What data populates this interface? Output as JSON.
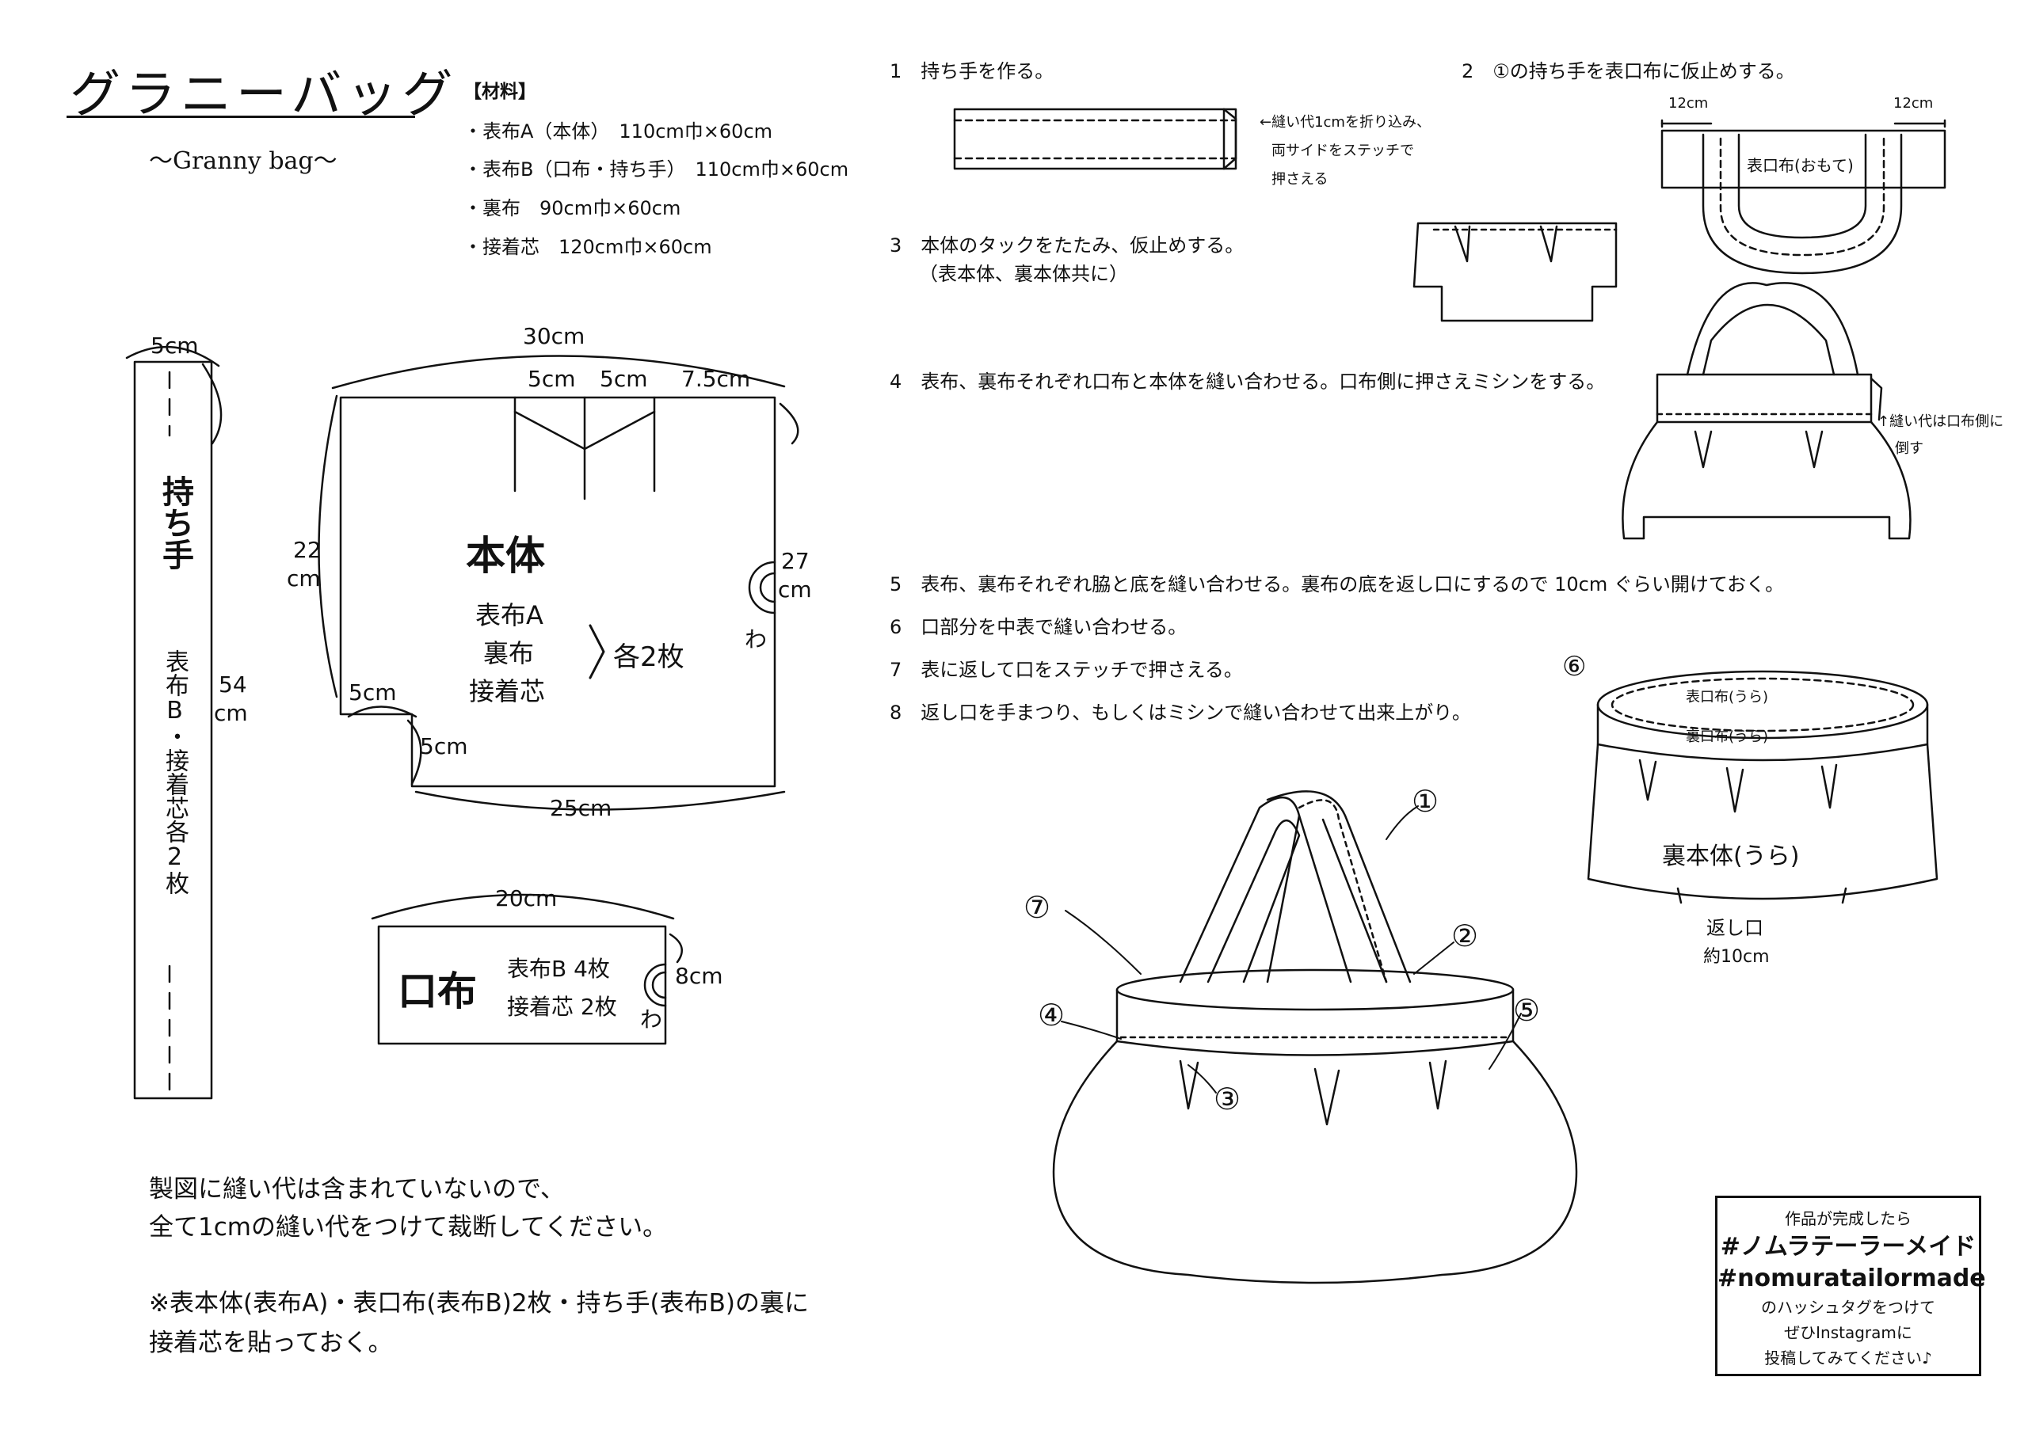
{
  "header": {
    "title": "グラニーバッグ",
    "subtitle": "～Granny bag～"
  },
  "materials": {
    "heading": "【材料】",
    "items": [
      "・表布A（本体）　110cm巾×60cm",
      "・表布B（口布・持ち手）　110cm巾×60cm",
      "・裏布　90cm巾×60cm",
      "・接着芯　120cm巾×60cm"
    ]
  },
  "handle_pattern": {
    "width": "5cm",
    "name": "持ち手",
    "fabric": "表布B・接着芯各2枚",
    "length_num": "54",
    "length_unit": "cm"
  },
  "body_pattern": {
    "top": "30cm",
    "seg1": "5cm",
    "seg2": "5cm",
    "seg3": "7.5cm",
    "left_num": "22",
    "left_unit": "cm",
    "right_num": "27",
    "right_unit": "cm",
    "fold": "わ",
    "name": "本体",
    "fabric1": "表布A",
    "fabric2": "裏布",
    "fabric3": "接着芯",
    "count": "各2枚",
    "notch_w": "5cm",
    "notch_h": "5cm",
    "bottom": "25cm"
  },
  "opening_pattern": {
    "top": "20cm",
    "name": "口布",
    "fabric1": "表布B 4枚",
    "fabric2": "接着芯 2枚",
    "height": "8cm",
    "fold": "わ"
  },
  "notes": {
    "line1": "製図に縫い代は含まれていないので、",
    "line2": "全て1cmの縫い代をつけて裁断してください。",
    "line3": "※表本体(表布A)・表口布(表布B)2枚・持ち手(表布B)の裏に",
    "line4": "接着芯を貼っておく。"
  },
  "steps": {
    "s1": "1　持ち手を作る。",
    "s1_note1": "←縫い代1cmを折り込み、",
    "s1_note2": "両サイドをステッチで",
    "s1_note3": "押さえる",
    "s2": "2　①の持ち手を表口布に仮止めする。",
    "s2_left": "12cm",
    "s2_right": "12cm",
    "s2_label": "表口布(おもて)",
    "s3": "3　本体のタックをたたみ、仮止めする。",
    "s3_sub": "（表本体、裏本体共に）",
    "s4": "4　表布、裏布それぞれ口布と本体を縫い合わせる。口布側に押さえミシンをする。",
    "s4_note1": "↑縫い代は口布側に",
    "s4_note2": "倒す",
    "s5": "5　表布、裏布それぞれ脇と底を縫い合わせる。裏布の底を返し口にするので 10cm ぐらい開けておく。",
    "s6": "6　口部分を中表で縫い合わせる。",
    "s7": "7　表に返して口をステッチで押さえる。",
    "s8": "8　返し口を手まつり、もしくはミシンで縫い合わせて出来上がり。"
  },
  "figure6": {
    "marker": "⑥",
    "lbl_outer": "表口布(うら)",
    "lbl_inner": "裏口布(うら)",
    "lbl_body": "裏本体(うら)",
    "lbl_return": "返し口",
    "lbl_length": "約10cm"
  },
  "final_bag": {
    "m1": "①",
    "m2": "②",
    "m3": "③",
    "m4": "④",
    "m5": "⑤",
    "m7": "⑦"
  },
  "hashtag": {
    "line1": "作品が完成したら",
    "tag1": "#ノムラテーラーメイド",
    "tag2": "#nomuratailormade",
    "line2": "のハッシュタグをつけて",
    "line3": "ぜひInstagramに",
    "line4": "投稿してみてください♪"
  }
}
